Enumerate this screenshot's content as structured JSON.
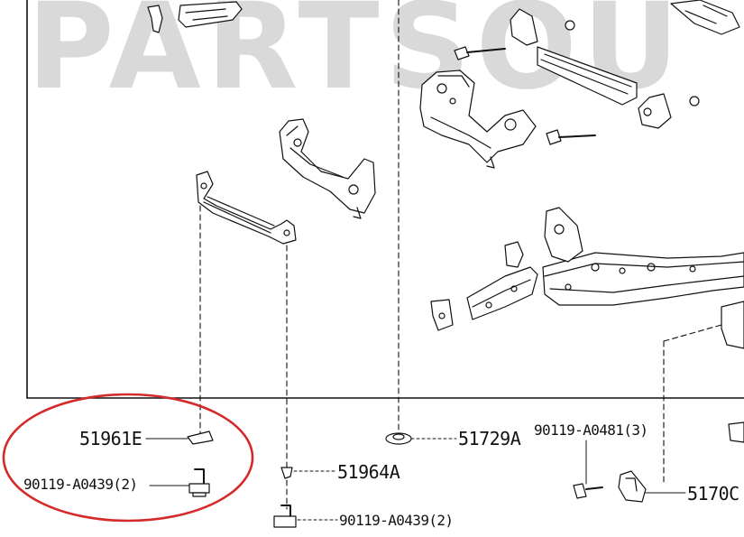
{
  "watermark": "PARTSOU",
  "colors": {
    "line": "#111111",
    "watermark": "#d9d9d9",
    "highlight_ring": "#d42a2a"
  },
  "callouts": [
    {
      "id": "51961E",
      "text": "51961E"
    },
    {
      "id": "90119-A0439-left",
      "text": "90119-A0439(2)"
    },
    {
      "id": "51964A",
      "text": "51964A"
    },
    {
      "id": "90119-A0439-bottom",
      "text": "90119-A0439(2)"
    },
    {
      "id": "51729A",
      "text": "51729A"
    },
    {
      "id": "90119-A0481",
      "text": "90119-A0481(3)"
    },
    {
      "id": "5170C",
      "text": "5170C"
    }
  ]
}
